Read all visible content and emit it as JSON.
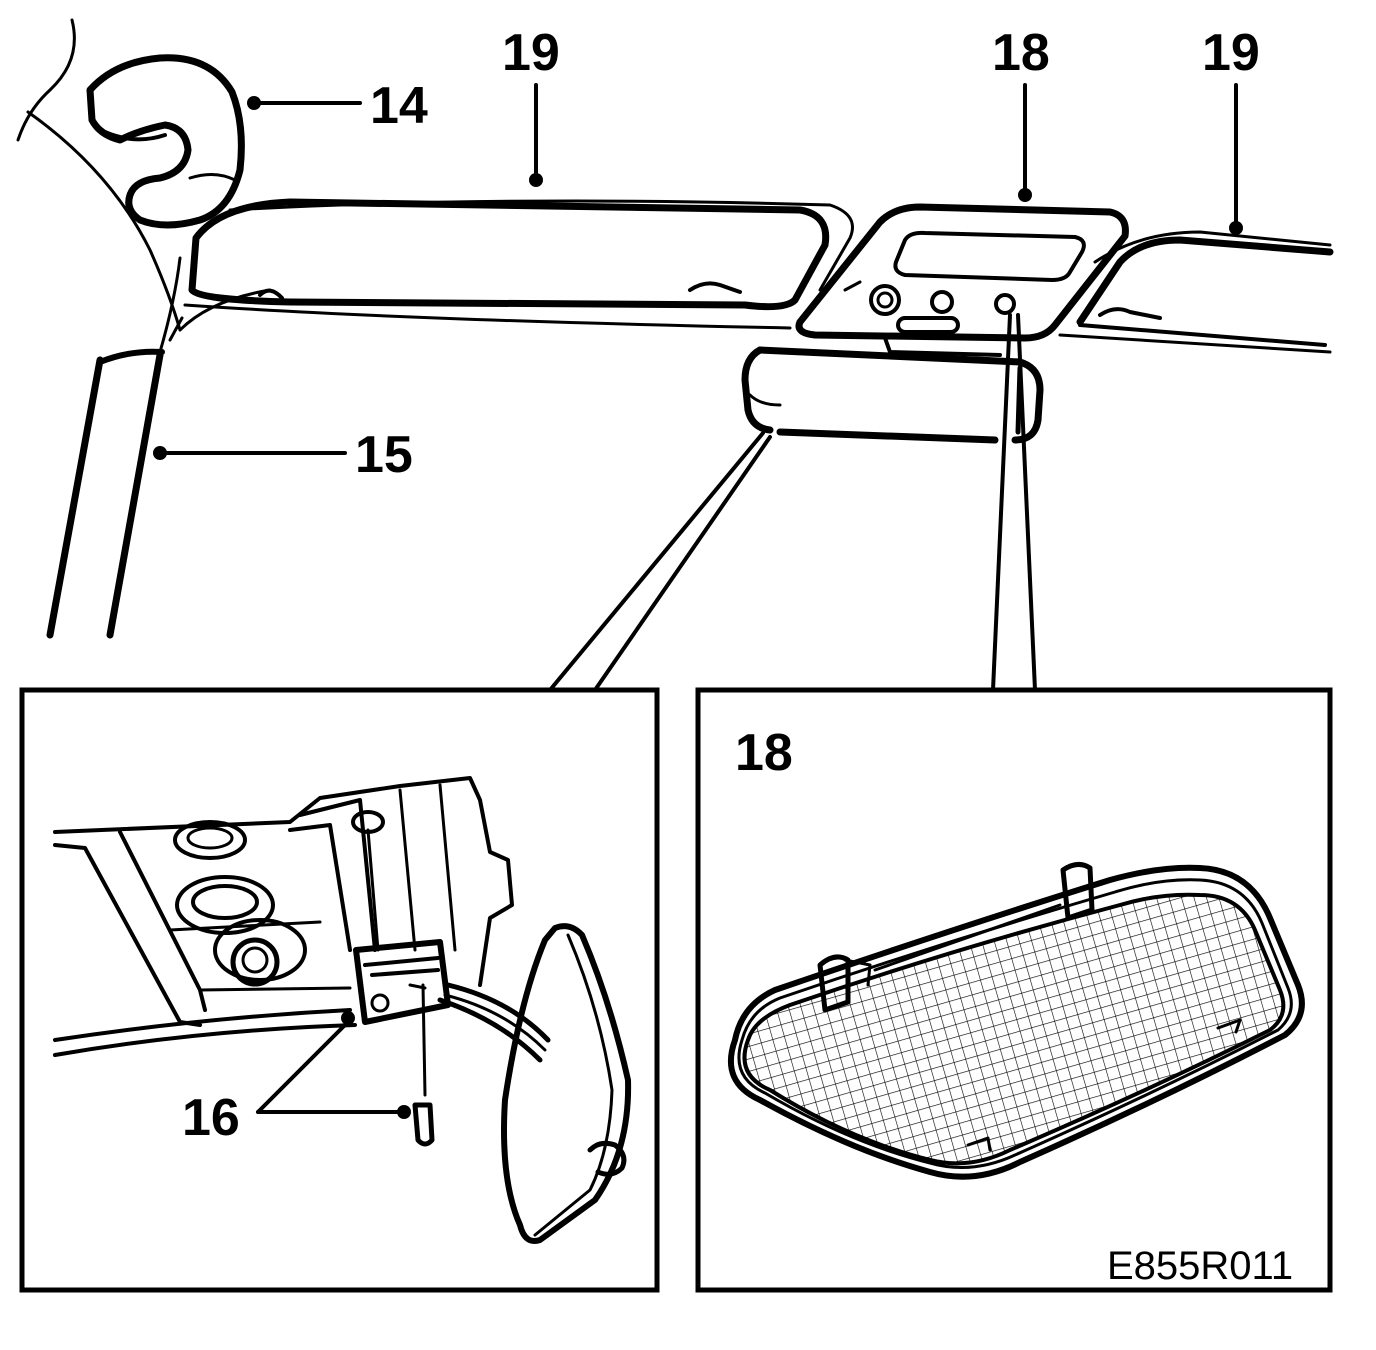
{
  "figure_code": "E855R011",
  "callouts": {
    "c14": "14",
    "c15": "15",
    "c16": "16",
    "c18_top": "18",
    "c19_left": "19",
    "c19_right": "19",
    "c18_inset": "18"
  },
  "colors": {
    "ink": "#000000",
    "paper": "#ffffff"
  }
}
